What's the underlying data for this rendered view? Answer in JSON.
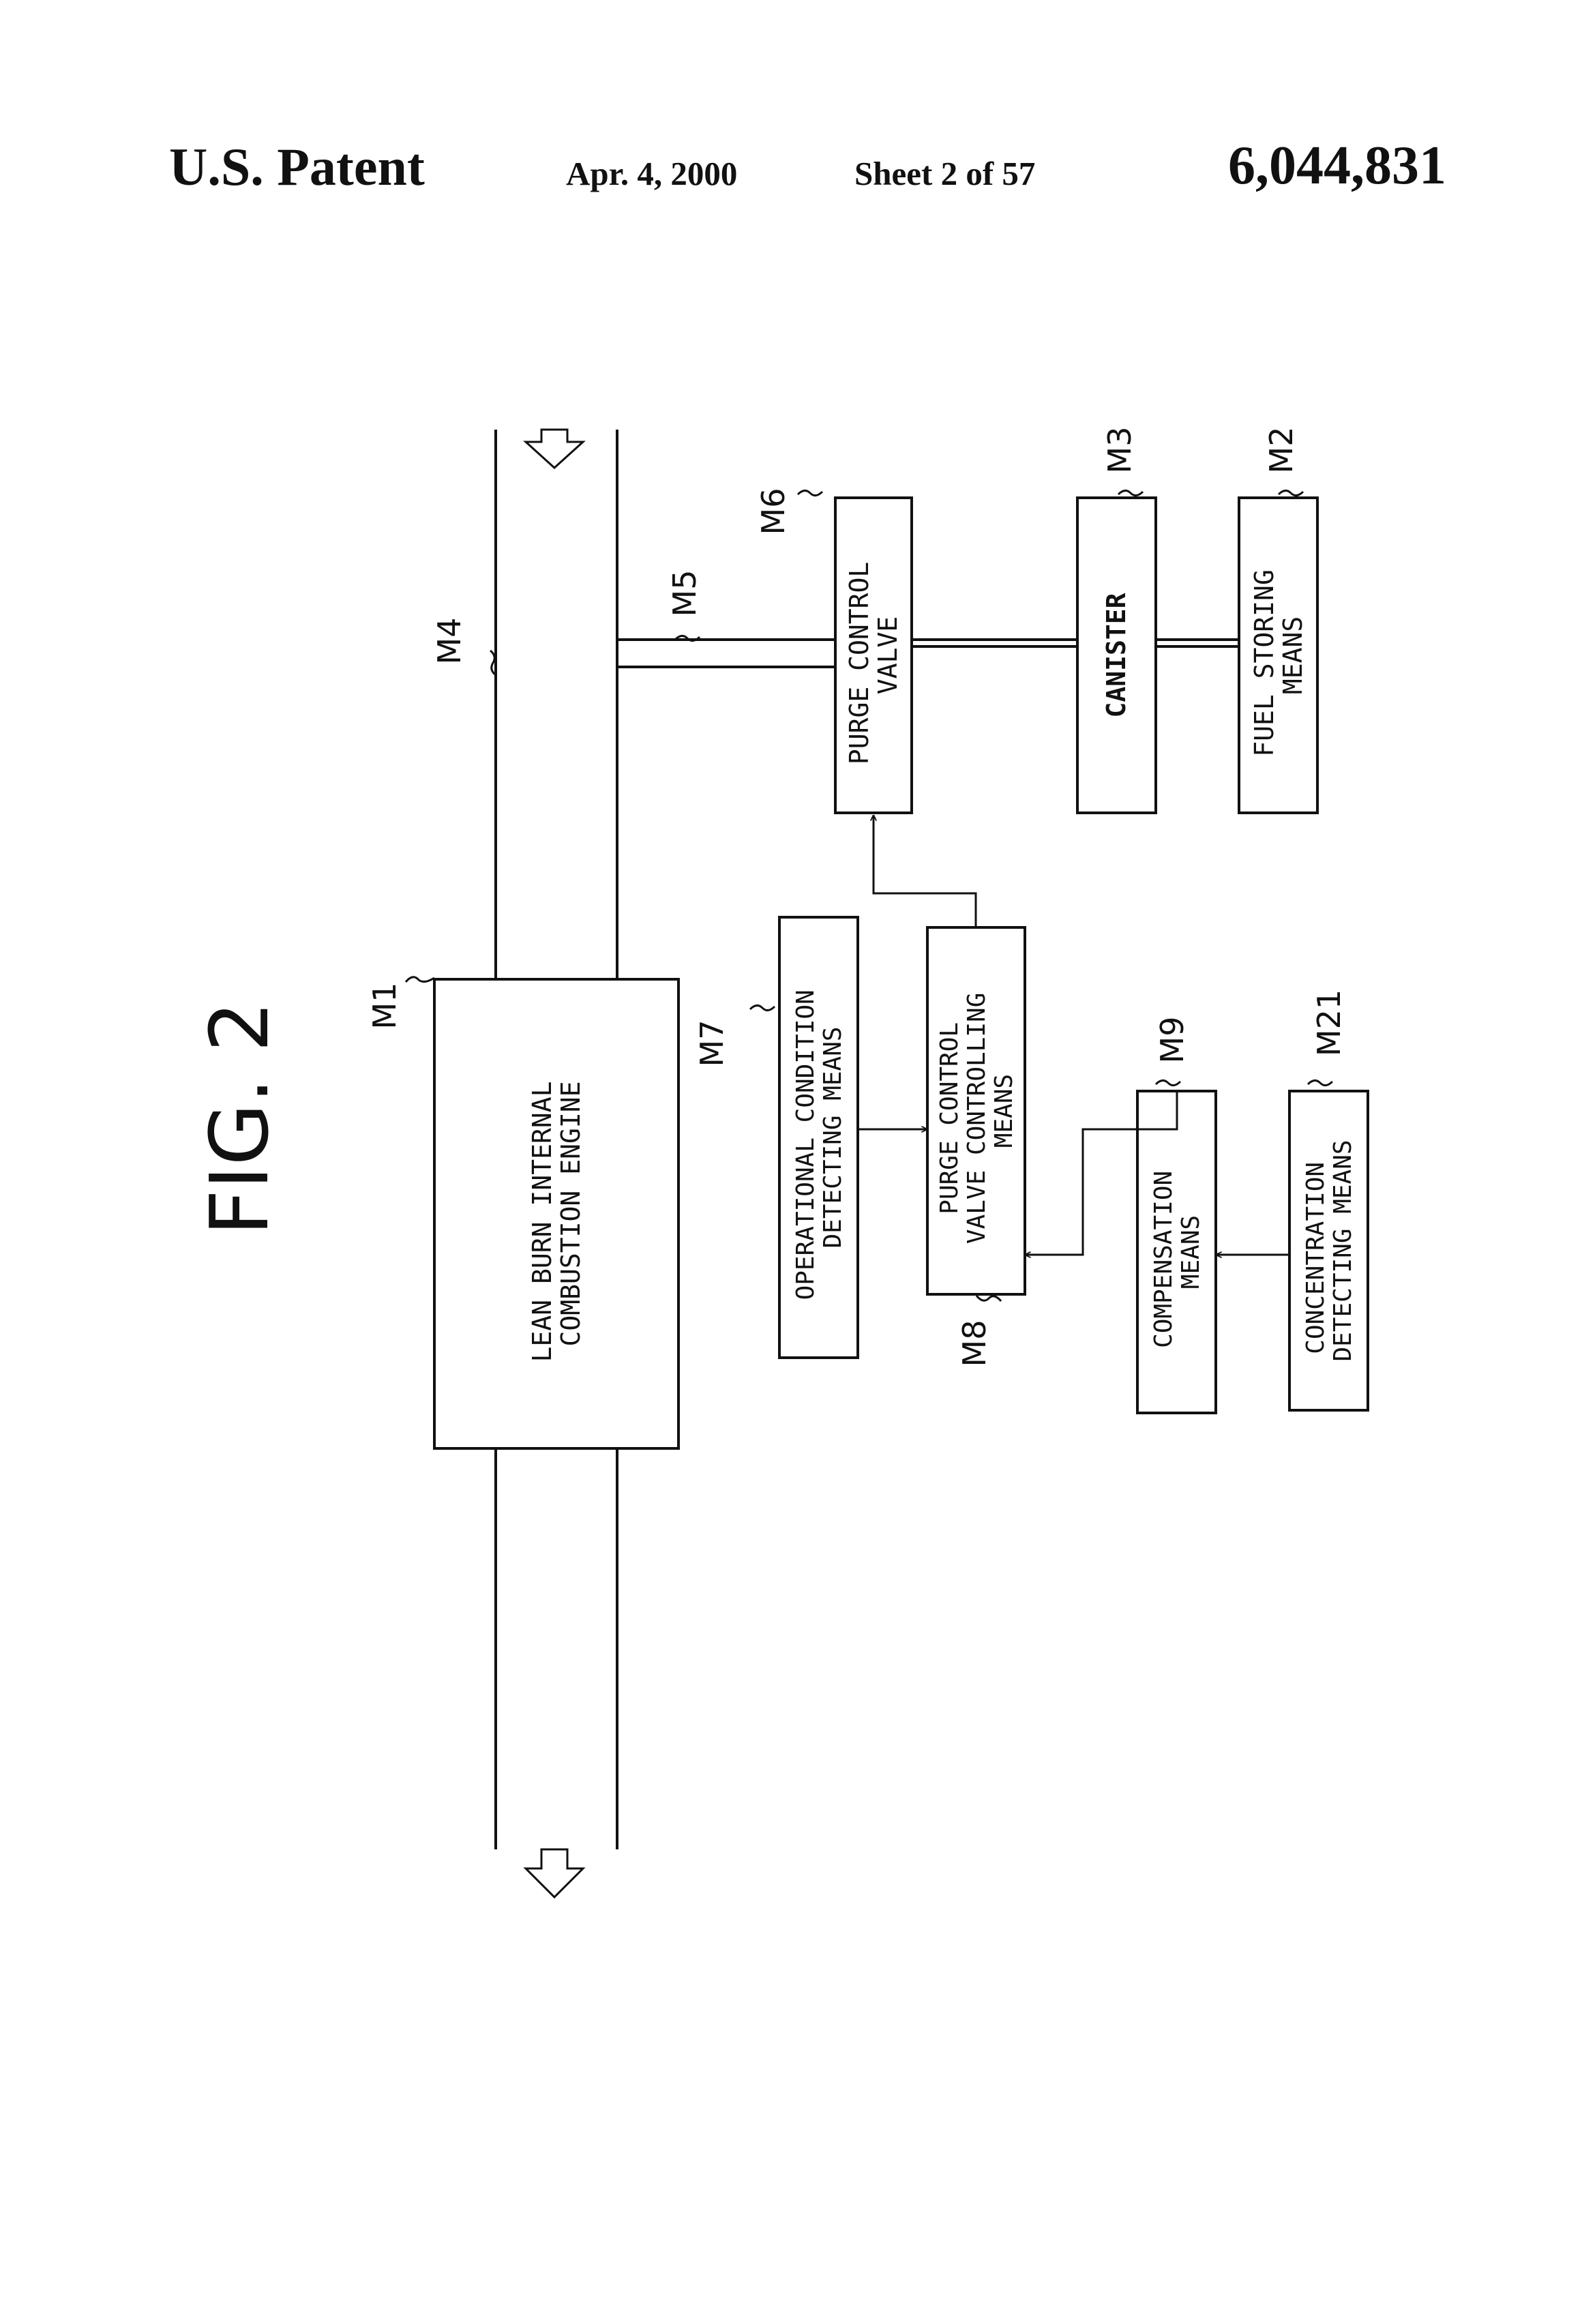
{
  "header": {
    "left": "U.S. Patent",
    "date": "Apr. 4, 2000",
    "sheet": "Sheet 2 of 57",
    "number": "6,044,831"
  },
  "figure": {
    "title": "FIG. 2",
    "blocks": [
      {
        "id": "M1",
        "lines": [
          "LEAN BURN INTERNAL",
          "COMBUSTION ENGINE"
        ]
      },
      {
        "id": "M2",
        "lines": [
          "FUEL STORING",
          "MEANS"
        ]
      },
      {
        "id": "M3",
        "lines": [
          "CANISTER"
        ]
      },
      {
        "id": "M6",
        "lines": [
          "PURGE CONTROL",
          "VALVE"
        ]
      },
      {
        "id": "M7",
        "lines": [
          "OPERATIONAL CONDITION",
          "DETECTING MEANS"
        ]
      },
      {
        "id": "M8",
        "lines": [
          "PURGE CONTROL",
          "VALVE CONTROLLING",
          "MEANS"
        ]
      },
      {
        "id": "M9",
        "lines": [
          "COMPENSATION",
          "MEANS"
        ]
      },
      {
        "id": "M21",
        "lines": [
          "CONCENTRATION",
          "DETECTING MEANS"
        ]
      }
    ],
    "refs": {
      "m1": "M1",
      "m2": "M2",
      "m3": "M3",
      "m4": "M4",
      "m5": "M5",
      "m6": "M6",
      "m7": "M7",
      "m8": "M8",
      "m9": "M9",
      "m21": "M21"
    }
  }
}
